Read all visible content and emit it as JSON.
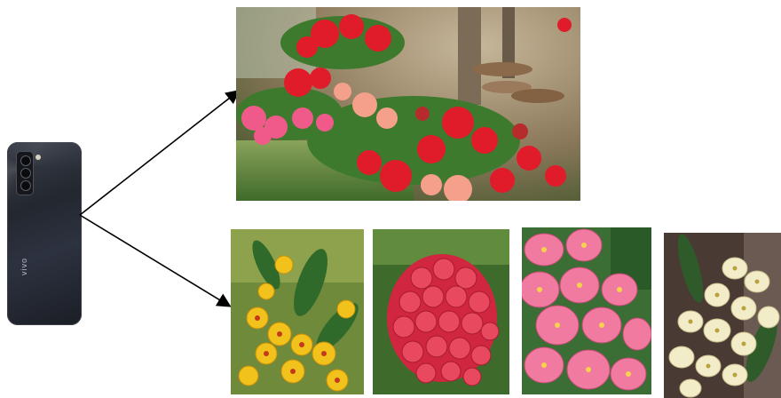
{
  "phone": {
    "brand": "vivo",
    "body_color": "#23272f"
  },
  "photos": {
    "garden": {
      "subject": "flower-garden",
      "colors": [
        "#e01b2a",
        "#f05a8a",
        "#3f7a2e",
        "#8a6a4a"
      ]
    },
    "flower_1": {
      "subject": "yellow-crown-of-thorns",
      "color": "#f2c21c"
    },
    "flower_2": {
      "subject": "red-crown-of-thorns",
      "color": "#e0304b"
    },
    "flower_3": {
      "subject": "pink-crown-of-thorns",
      "color": "#f07aa0"
    },
    "flower_4": {
      "subject": "cream-crown-of-thorns",
      "color": "#f3ecc9"
    }
  },
  "arrows": {
    "count": 2,
    "color": "#000000"
  }
}
